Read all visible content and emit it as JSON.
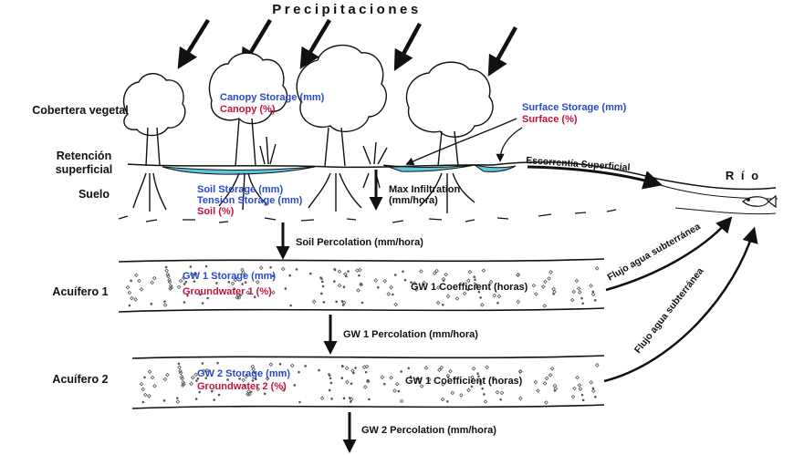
{
  "title": "Precipitaciones",
  "colors": {
    "label_blue": "#2a49c9",
    "label_red": "#c4123a",
    "water": "#5fc6e0",
    "ink": "#111111"
  },
  "layers": {
    "canopy_layer": "Cobertera vegetal",
    "retention_line1": "Retención",
    "retention_line2": "superficial",
    "soil_layer": "Suelo",
    "aquifer1": "Acuífero 1",
    "aquifer2": "Acuífero 2",
    "river": "R í o"
  },
  "canopy": {
    "storage": "Canopy Storage (mm)",
    "percent": "Canopy  (%)"
  },
  "surface": {
    "storage": "Surface Storage (mm)",
    "percent": "Surface  (%)"
  },
  "soil": {
    "storage": "Soil Storage (mm)",
    "tension": "Tension Storage (mm)",
    "percent": "Soil  (%)"
  },
  "infiltration": {
    "line1": "Max Infiltration",
    "line2": "(mm/hora)"
  },
  "runoff": "Escorrentía Superficial",
  "soil_percolation": "Soil Percolation (mm/hora)",
  "gw1": {
    "storage": "GW 1 Storage (mm)",
    "percent": "Groundwater 1 (%)",
    "coefficient": "GW 1 Coefficient (horas)",
    "percolation": "GW 1 Percolation (mm/hora)"
  },
  "gw2": {
    "storage": "GW 2 Storage (mm)",
    "percent": "Groundwater 2 (%)",
    "coefficient": "GW 1 Coefficient (horas)",
    "percolation": "GW 2 Percolation (mm/hora)"
  },
  "flow1": "Flujo agua subterránea",
  "flow2": "Flujo agua subterránea"
}
